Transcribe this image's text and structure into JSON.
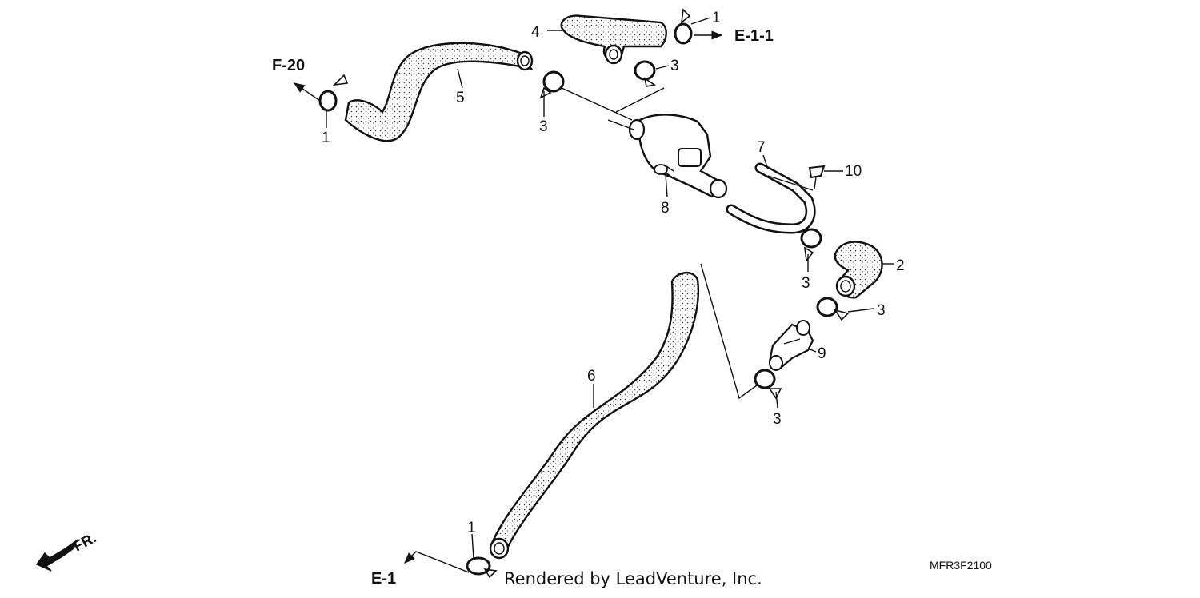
{
  "diagram": {
    "callouts": {
      "c1_top": "1",
      "c1_left": "1",
      "c1_bottom": "1",
      "c2": "2",
      "c3_topright": "3",
      "c3_mid": "3",
      "c3_right_upper": "3",
      "c3_right_mid": "3",
      "c3_bottom": "3",
      "c4": "4",
      "c5": "5",
      "c6": "6",
      "c7": "7",
      "c8": "8",
      "c9": "9",
      "c10": "10"
    },
    "refs": {
      "e11": "E-1-1",
      "f20": "F-20",
      "e1": "E-1"
    },
    "direction_label": "FR.",
    "diagram_code": "MFR3F2100",
    "credit": "Rendered by LeadVenture, Inc."
  }
}
